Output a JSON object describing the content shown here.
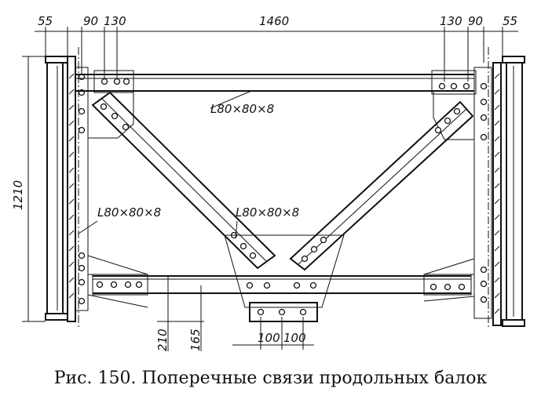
{
  "dimensions": {
    "left_55": "55",
    "left_90": "90",
    "left_130": "130",
    "span_1460": "1460",
    "right_130": "130",
    "right_90": "90",
    "right_55": "55",
    "height_1210": "1210",
    "offset_210": "210",
    "offset_165": "165",
    "bolt_100a": "100",
    "bolt_100b": "100"
  },
  "labels": {
    "angle_top": "L80×80×8",
    "angle_left": "L80×80×8",
    "angle_center": "L80×80×8"
  },
  "caption": "Рис. 150. Поперечные связи продольных балок"
}
